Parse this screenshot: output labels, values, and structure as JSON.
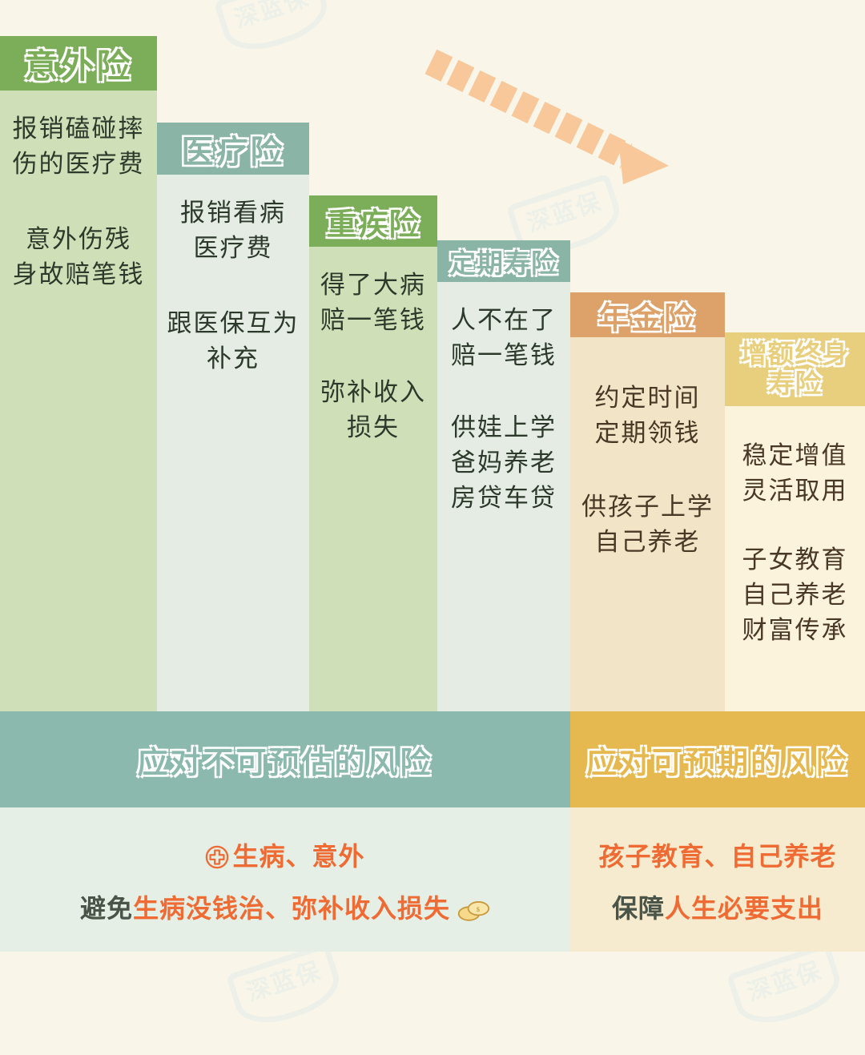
{
  "background_color": "#f9f6e9",
  "arrow": {
    "name": "dashed-diagonal-arrow",
    "color": "#f8c79a",
    "direction": "down-right"
  },
  "columns": [
    {
      "id": "accident",
      "title": "意外险",
      "header_color": "#7cae5a",
      "body_color": "#cfe0b8",
      "groups": [
        [
          "报销磕碰摔",
          "伤的医疗费"
        ],
        [
          "意外伤残",
          "身故赔笔钱"
        ]
      ]
    },
    {
      "id": "medical",
      "title": "医疗险",
      "header_color": "#8ab4a6",
      "body_color": "#e4ece4",
      "groups": [
        [
          "报销看病",
          "医疗费"
        ],
        [
          "跟医保互为",
          "补充"
        ]
      ]
    },
    {
      "id": "critical-illness",
      "title": "重疾险",
      "header_color": "#7cae5a",
      "body_color": "#cfe0b8",
      "groups": [
        [
          "得了大病",
          "赔一笔钱"
        ],
        [
          "弥补收入",
          "损失"
        ]
      ]
    },
    {
      "id": "term-life",
      "title": "定期寿险",
      "header_color": "#8ab4a6",
      "body_color": "#e4ece4",
      "groups": [
        [
          "人不在了",
          "赔一笔钱"
        ],
        [
          "供娃上学",
          "爸妈养老",
          "房贷车贷"
        ]
      ]
    },
    {
      "id": "annuity",
      "title": "年金险",
      "header_color": "#dda26a",
      "body_color": "#f2e4c6",
      "groups": [
        [
          "约定时间",
          "定期领钱"
        ],
        [
          "供孩子上学",
          "自己养老"
        ]
      ]
    },
    {
      "id": "increasing-whole-life",
      "title": "增额终身\n寿险",
      "title_line1": "增额终身",
      "title_line2": "寿险",
      "header_color": "#e8cf7e",
      "body_color": "#fbf3db",
      "groups": [
        [
          "稳定增值",
          "灵活取用"
        ],
        [
          "子女教育",
          "自己养老",
          "财富传承"
        ]
      ]
    }
  ],
  "bands": {
    "left": {
      "label": "应对不可预估的风险",
      "color": "#8bb9ae"
    },
    "right": {
      "label": "应对可预期的风险",
      "color": "#e6b950"
    }
  },
  "summaries": {
    "left": {
      "background": "#e5efe6",
      "line1_icon": "medical-cross-icon",
      "line1_highlight": "生病、意外",
      "line2_prefix": "避免",
      "line2_highlight": "生病没钱治、弥补收入损失",
      "line2_icon": "coins-icon"
    },
    "right": {
      "background": "#f7ebcf",
      "line1_highlight": "孩子教育、自己养老",
      "line2_prefix": "保障",
      "line2_highlight": "人生必要支出"
    }
  },
  "watermark": {
    "text": "深蓝保"
  }
}
